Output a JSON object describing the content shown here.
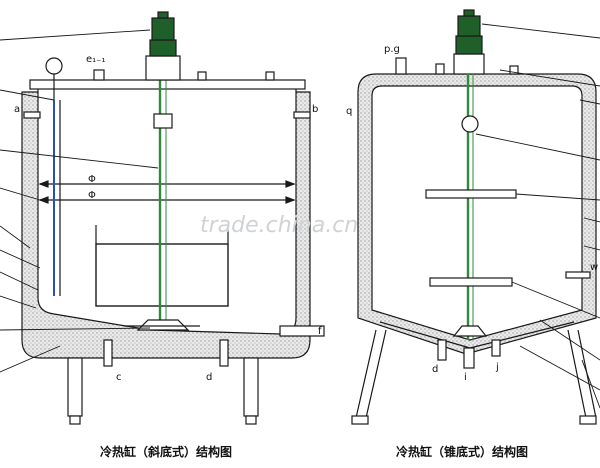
{
  "watermark": "trade.china.cn",
  "left_tank": {
    "caption": "冷热缸（斜底式）结构图",
    "labels": {
      "e": "e₁₋₁",
      "a": "a",
      "b": "b",
      "f": "f",
      "c": "c",
      "d": "d",
      "phi1": "Φ",
      "phi2": "Φ"
    }
  },
  "right_tank": {
    "caption": "冷热缸（锥底式）结构图",
    "labels": {
      "pg": "p.g",
      "q": "q",
      "w": "w",
      "d": "d",
      "i": "i",
      "j": "j"
    }
  },
  "colors": {
    "line": "#1a1a1a",
    "jacket_fill": "#e4e4e4",
    "shaft": "#2f8a3a",
    "motor": "#1f5f2a"
  }
}
